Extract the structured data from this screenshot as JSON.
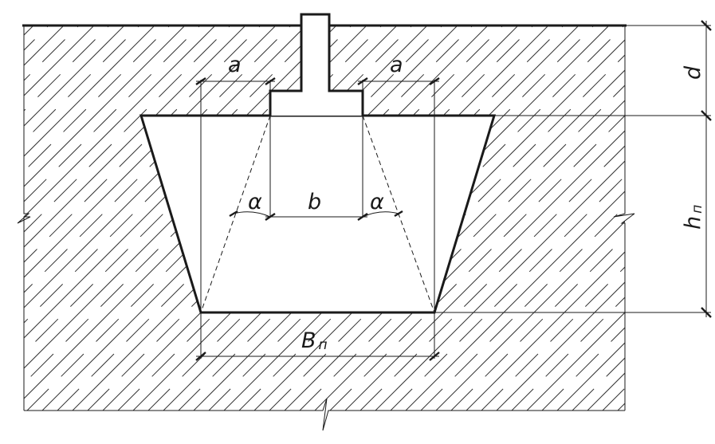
{
  "labels": {
    "a_left": "a",
    "a_right": "a",
    "b": "b",
    "alpha_left": "α",
    "alpha_right": "α",
    "d": "d",
    "h_main": "h",
    "h_sub": "п",
    "B_main": "B",
    "B_sub": "п"
  }
}
